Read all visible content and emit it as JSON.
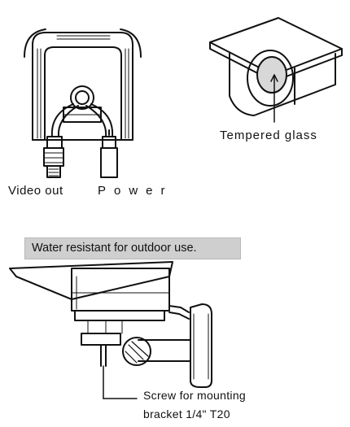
{
  "labels": {
    "tempered_glass": "Tempered glass",
    "video_out": "Video out",
    "power": "Power",
    "water_resistant": "Water resistant for outdoor use.",
    "screw_line1": "Screw for mounting",
    "screw_line2": "bracket 1/4\" T20"
  },
  "colors": {
    "ink": "#111111",
    "banner_bg": "#cfcfcf",
    "glass_fill": "#d8d8d8"
  }
}
